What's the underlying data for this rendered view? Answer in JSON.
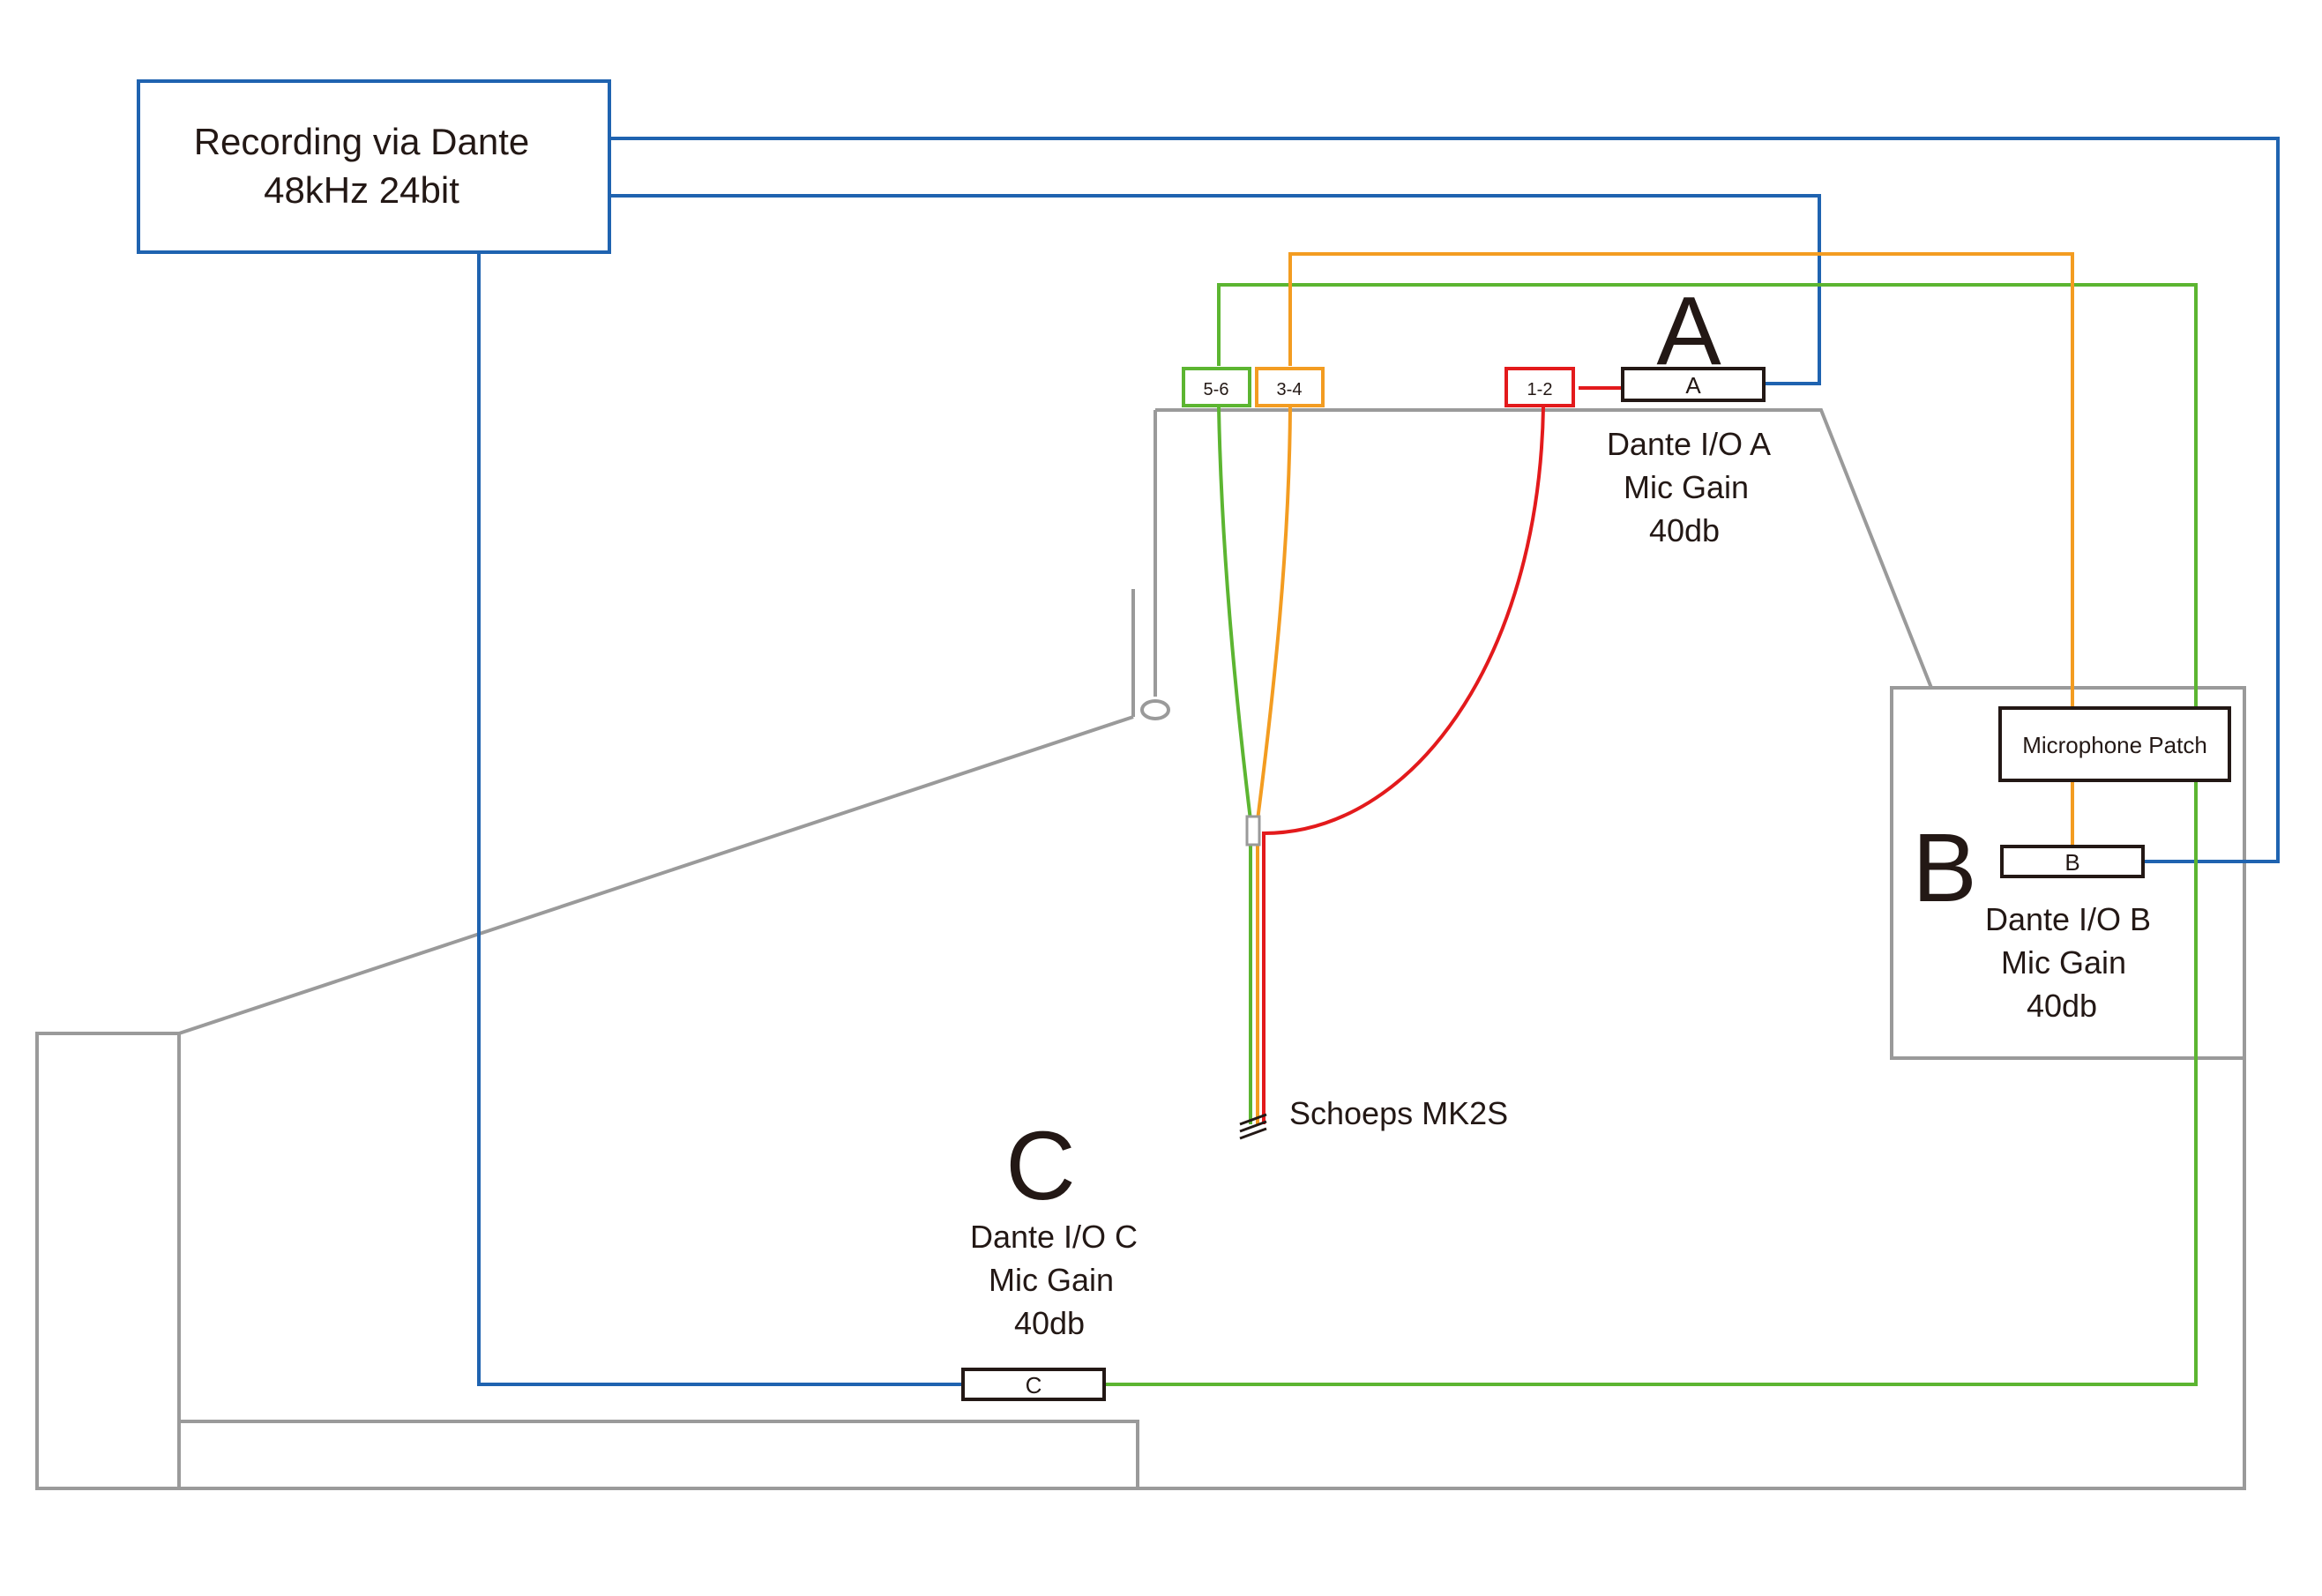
{
  "recorder": {
    "line1": "Recording via Dante",
    "line2": "48kHz 24bit"
  },
  "interfaces": {
    "a": {
      "letter": "A",
      "box_label": "A",
      "line1": "Dante I/O A",
      "line2": "Mic Gain",
      "line3": "40db"
    },
    "b": {
      "letter": "B",
      "box_label": "B",
      "line1": "Dante I/O B",
      "line2": "Mic Gain",
      "line3": "40db"
    },
    "c": {
      "letter": "C",
      "box_label": "C",
      "line1": "Dante I/O C",
      "line2": "Mic Gain",
      "line3": "40db"
    }
  },
  "channels": {
    "ch12": "1-2",
    "ch34": "3-4",
    "ch56": "5-6"
  },
  "patch": {
    "label": "Microphone Patch"
  },
  "microphone": {
    "label": "Schoeps MK2S"
  },
  "colors": {
    "dante": "#1f63b0",
    "ch12": "#e31a1c",
    "ch34": "#f39c21",
    "ch56": "#5cb531",
    "room": "#9a9a9a",
    "box": "#231815"
  }
}
